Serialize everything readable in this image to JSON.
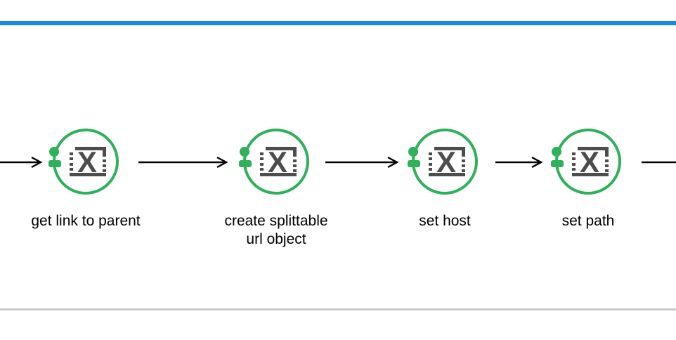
{
  "app": {
    "accent_bar_color": "#1787e8",
    "divider_color": "#c9c9c9",
    "background_color": "#ffffff"
  },
  "pipeline": {
    "node_outline_color": "#2db15a",
    "node_marker_color": "#2db15a",
    "icon_color": "#4d4d4d",
    "icon_glyph": "X",
    "arrow_color": "#000000",
    "label_color": "#000000",
    "nodes": [
      {
        "label": "get link to parent",
        "label_lines": [
          "get link to parent"
        ],
        "icon": "x-value-icon"
      },
      {
        "label": "create splittable url object",
        "label_lines": [
          "create splittable",
          "url object"
        ],
        "icon": "x-value-icon"
      },
      {
        "label": "set host",
        "label_lines": [
          "set host"
        ],
        "icon": "x-value-icon"
      },
      {
        "label": "set path",
        "label_lines": [
          "set path"
        ],
        "icon": "x-value-icon"
      }
    ],
    "connections": [
      {
        "from": "offscreen-left",
        "to": "get link to parent"
      },
      {
        "from": "get link to parent",
        "to": "create splittable url object"
      },
      {
        "from": "create splittable url object",
        "to": "set host"
      },
      {
        "from": "set host",
        "to": "set path"
      },
      {
        "from": "set path",
        "to": "offscreen-right"
      }
    ]
  }
}
